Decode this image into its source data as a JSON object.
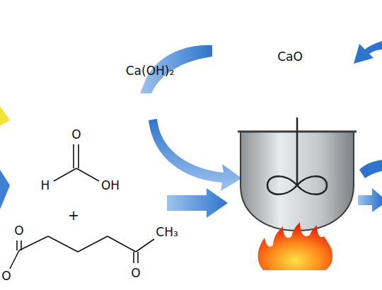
{
  "diagram": {
    "labels": [
      "CaO",
      "Ca(OH)₂",
      "O",
      "H",
      "OH",
      "+",
      "O",
      "O",
      "O",
      "CH₃"
    ]
  }
}
